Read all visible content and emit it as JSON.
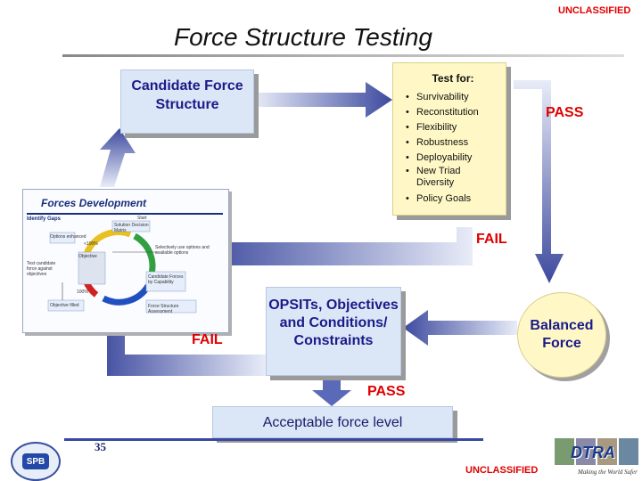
{
  "header": {
    "classification_top": "UNCLASSIFIED",
    "title": "Force Structure Testing"
  },
  "candidate": {
    "text": "Candidate Force Structure"
  },
  "test": {
    "heading": "Test for:",
    "items": [
      "Survivability",
      "Reconstitution",
      "Flexibility",
      "Robustness",
      "Deployability",
      "New Triad Diversity",
      "Policy Goals"
    ]
  },
  "labels": {
    "pass_top": "PASS",
    "fail_mid": "FAIL",
    "fail_left": "FAIL",
    "pass_bottom": "PASS"
  },
  "opsits": {
    "text": "OPSITs, Objectives and Conditions/ Constraints"
  },
  "balanced": {
    "text": "Balanced Force"
  },
  "acceptable": {
    "text": "Acceptable force level"
  },
  "forces_dev": {
    "title": "Forces Development",
    "start": "Start",
    "bullets": [
      "Identify Gaps",
      "Options enhanced",
      "<100%",
      "Objective",
      "Test candidate force against objectives",
      "100%",
      "Objective filled",
      "Candidate Forces by Capability",
      "Force Structure Assessment",
      "Solution Decision Matrix",
      "Selectively use options and available options"
    ]
  },
  "footer": {
    "page_number": "35",
    "classification_bottom": "UNCLASSIFIED",
    "logo_left": "SPB",
    "logo_right": "DTRA",
    "tagline": "Making the World Safer"
  },
  "colors": {
    "accent_red": "#e00000",
    "box_blue": "#d9e6f7",
    "box_yellow": "#fff9c8",
    "arrow_blue": "#4a5aa8"
  }
}
